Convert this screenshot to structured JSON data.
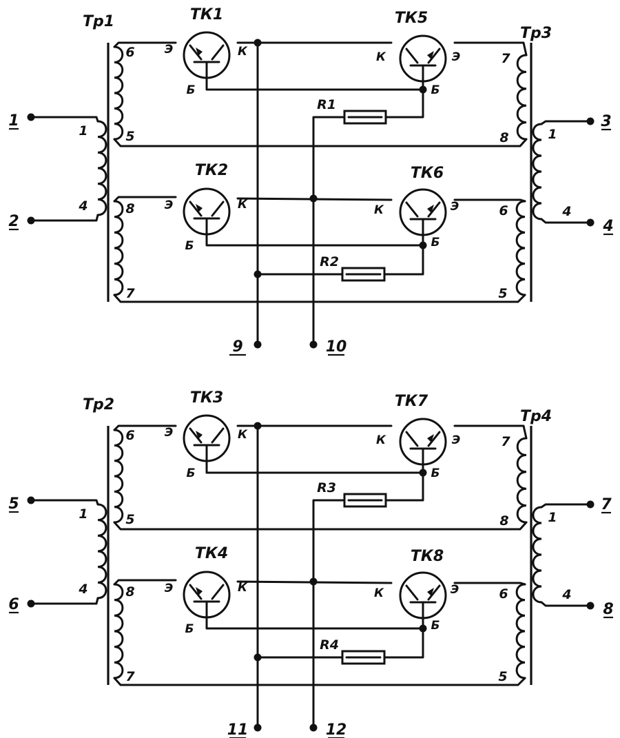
{
  "blocks": [
    {
      "left_transformer": "Тр1",
      "right_transformer": "Тр3",
      "transistors": [
        "ТК1",
        "ТК2",
        "ТК5",
        "ТК6"
      ],
      "resistors": [
        "R1",
        "R2"
      ],
      "left_coil_pins": [
        "6",
        "5",
        "8",
        "7"
      ],
      "right_coil_pins": [
        "7",
        "8",
        "6",
        "5"
      ],
      "left_primary_pins": [
        "1",
        "4"
      ],
      "right_primary_pins": [
        "1",
        "4"
      ],
      "terminals": [
        "1",
        "2",
        "3",
        "4",
        "9",
        "10"
      ]
    },
    {
      "left_transformer": "Тр2",
      "right_transformer": "Тр4",
      "transistors": [
        "ТК3",
        "ТК4",
        "ТК7",
        "ТК8"
      ],
      "resistors": [
        "R3",
        "R4"
      ],
      "left_coil_pins": [
        "6",
        "5",
        "8",
        "7"
      ],
      "right_coil_pins": [
        "7",
        "8",
        "6",
        "5"
      ],
      "left_primary_pins": [
        "1",
        "4"
      ],
      "right_primary_pins": [
        "1",
        "4"
      ],
      "terminals": [
        "5",
        "6",
        "7",
        "8",
        "11",
        "12"
      ]
    }
  ],
  "pin_letters": {
    "emitter": "Э",
    "collector": "К",
    "base": "Б"
  }
}
